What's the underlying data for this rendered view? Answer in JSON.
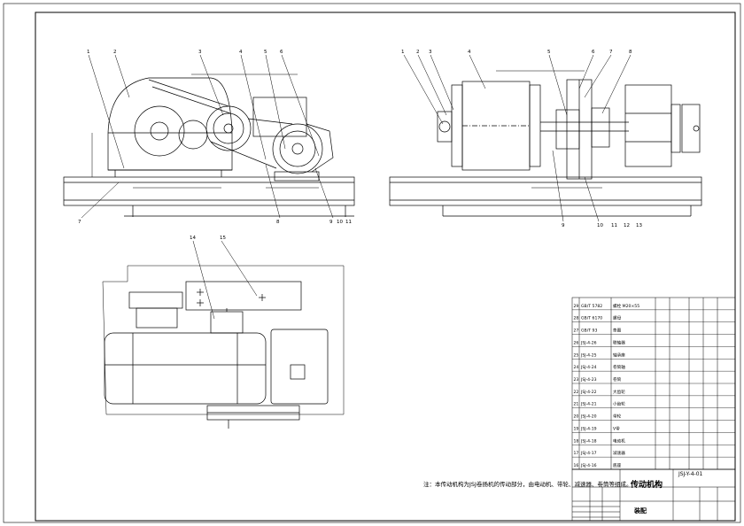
{
  "drawing": {
    "title": "传动机构",
    "drawing_no": "JSJ-Y-4-01",
    "material_note": "装配",
    "technical_note": "注：本传动机构为JSJ卷扬机的传动部分，由电动机、带轮、减速器、卷筒等组成。",
    "side_view_labels": [
      "1",
      "2",
      "3",
      "4",
      "5",
      "6",
      "7",
      "8",
      "9",
      "10",
      "11"
    ],
    "front_view_labels": [
      "1",
      "2",
      "3",
      "4",
      "5",
      "6",
      "7",
      "8",
      "9",
      "10",
      "11",
      "12",
      "13"
    ],
    "plan_view_labels": [
      "14",
      "15"
    ],
    "bom_rows": [
      {
        "no": "29",
        "code": "GB/T 5782",
        "name": "螺栓 M20×55"
      },
      {
        "no": "28",
        "code": "GB/T 6170",
        "name": "螺母"
      },
      {
        "no": "27",
        "code": "GB/T 93",
        "name": "垫圈"
      },
      {
        "no": "26",
        "code": "JSJ-4-26",
        "name": "联轴器"
      },
      {
        "no": "25",
        "code": "JSJ-4-25",
        "name": "轴承座"
      },
      {
        "no": "24",
        "code": "JSJ-4-24",
        "name": "卷筒轴"
      },
      {
        "no": "23",
        "code": "JSJ-4-23",
        "name": "卷筒"
      },
      {
        "no": "22",
        "code": "JSJ-4-22",
        "name": "大齿轮"
      },
      {
        "no": "21",
        "code": "JSJ-4-21",
        "name": "小齿轮"
      },
      {
        "no": "20",
        "code": "JSJ-4-20",
        "name": "带轮"
      },
      {
        "no": "19",
        "code": "JSJ-4-19",
        "name": "V带"
      },
      {
        "no": "18",
        "code": "JSJ-4-18",
        "name": "电动机"
      },
      {
        "no": "17",
        "code": "JSJ-4-17",
        "name": "减速器"
      },
      {
        "no": "16",
        "code": "JSJ-4-16",
        "name": "底座"
      }
    ]
  }
}
